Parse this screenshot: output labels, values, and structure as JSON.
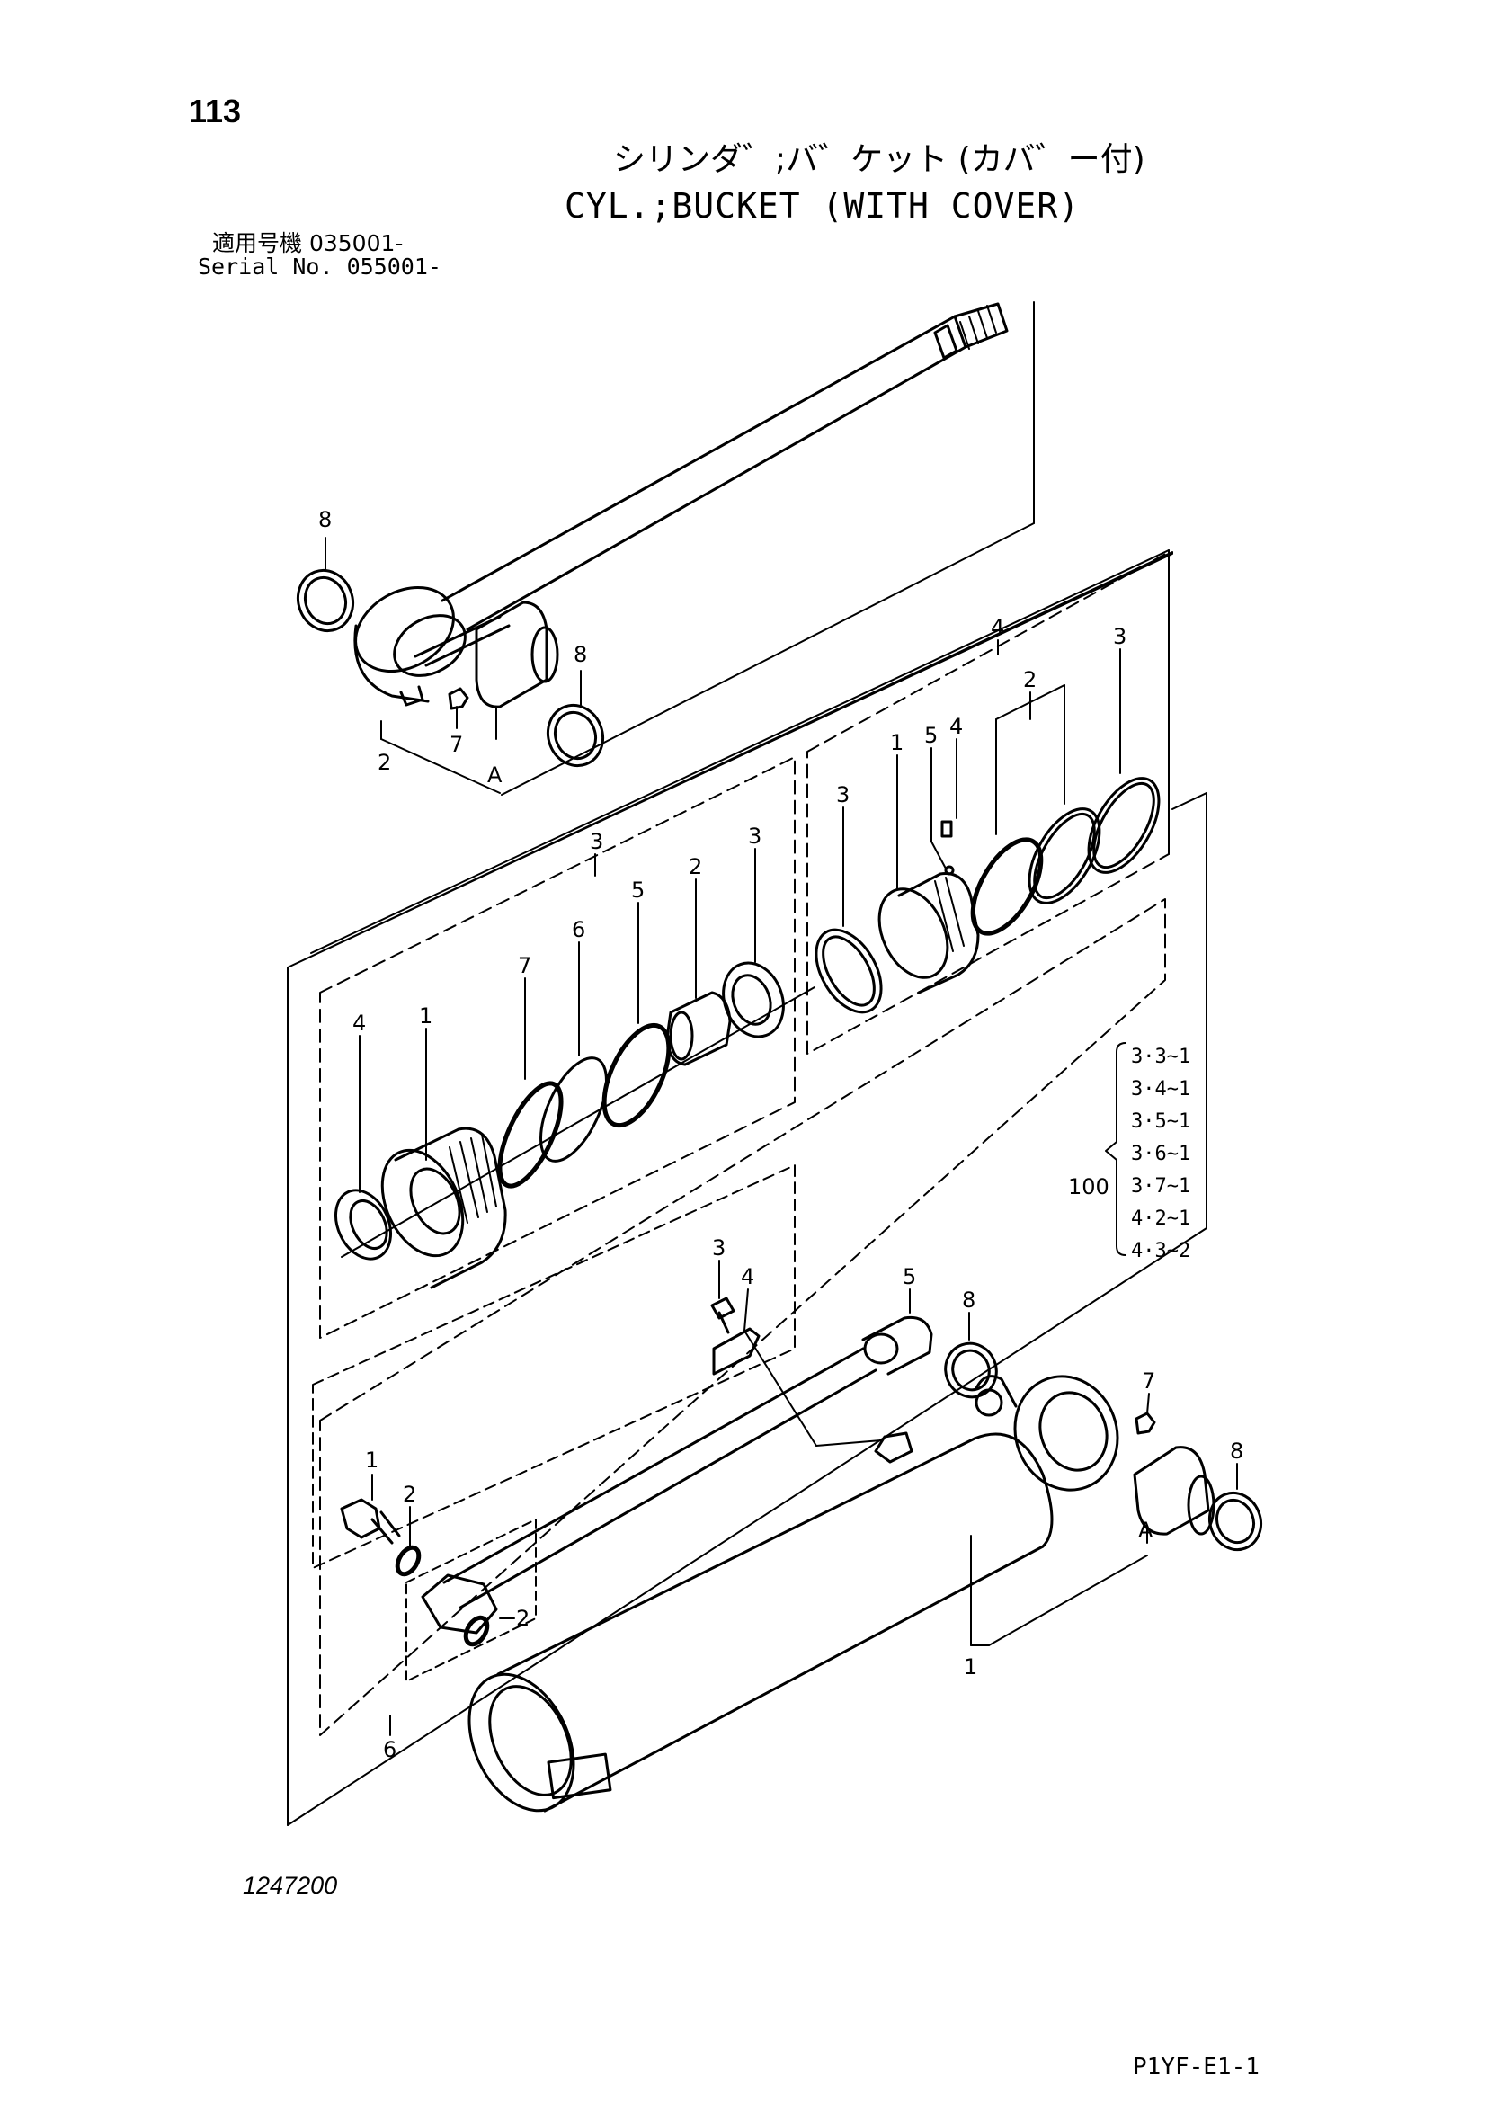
{
  "header": {
    "page_number": "113",
    "title_jp": "シリンダ゛;バ゛ケット (カバ゛ー付)",
    "title_en": "CYL.;BUCKET (WITH COVER)",
    "serial_label_jp": "適用号機  035001-",
    "serial_label_en": "Serial No. 055001-"
  },
  "footer": {
    "drawing_number": "1247200",
    "sheet_code": "P1YF-E1-1"
  },
  "callouts": {
    "rod_eye_seal_left": "8",
    "rod_eye_seal_right": "8",
    "rod_grease_fitting": "7",
    "rod_eye_bracket": "2",
    "rod_bushing": "A",
    "head_group": "3",
    "head_part_1": "1",
    "head_part_2": "2",
    "head_part_3a": "3",
    "head_part_3b": "3",
    "head_part_4": "4",
    "head_part_5": "5",
    "head_part_6": "6",
    "head_part_7": "7",
    "piston_group": "4",
    "piston_part_1": "1",
    "piston_part_2": "2",
    "piston_part_3a": "3",
    "piston_part_3b": "3",
    "piston_part_4": "4",
    "piston_part_5": "5",
    "tube_part_1_top": "1",
    "tube_part_2a": "2",
    "tube_part_2b": "2",
    "tube_part_3": "3",
    "tube_part_4": "4",
    "tube_part_5": "5",
    "tube_part_6": "6",
    "tube_seal_left": "8",
    "tube_seal_right": "8",
    "tube_grease_fitting": "7",
    "tube_bushing": "A",
    "tube_main": "1"
  },
  "seal_kit": {
    "number": "100",
    "items": [
      "3·3~1",
      "3·4~1",
      "3·5~1",
      "3·6~1",
      "3·7~1",
      "4·2~1",
      "4·3~2"
    ]
  }
}
